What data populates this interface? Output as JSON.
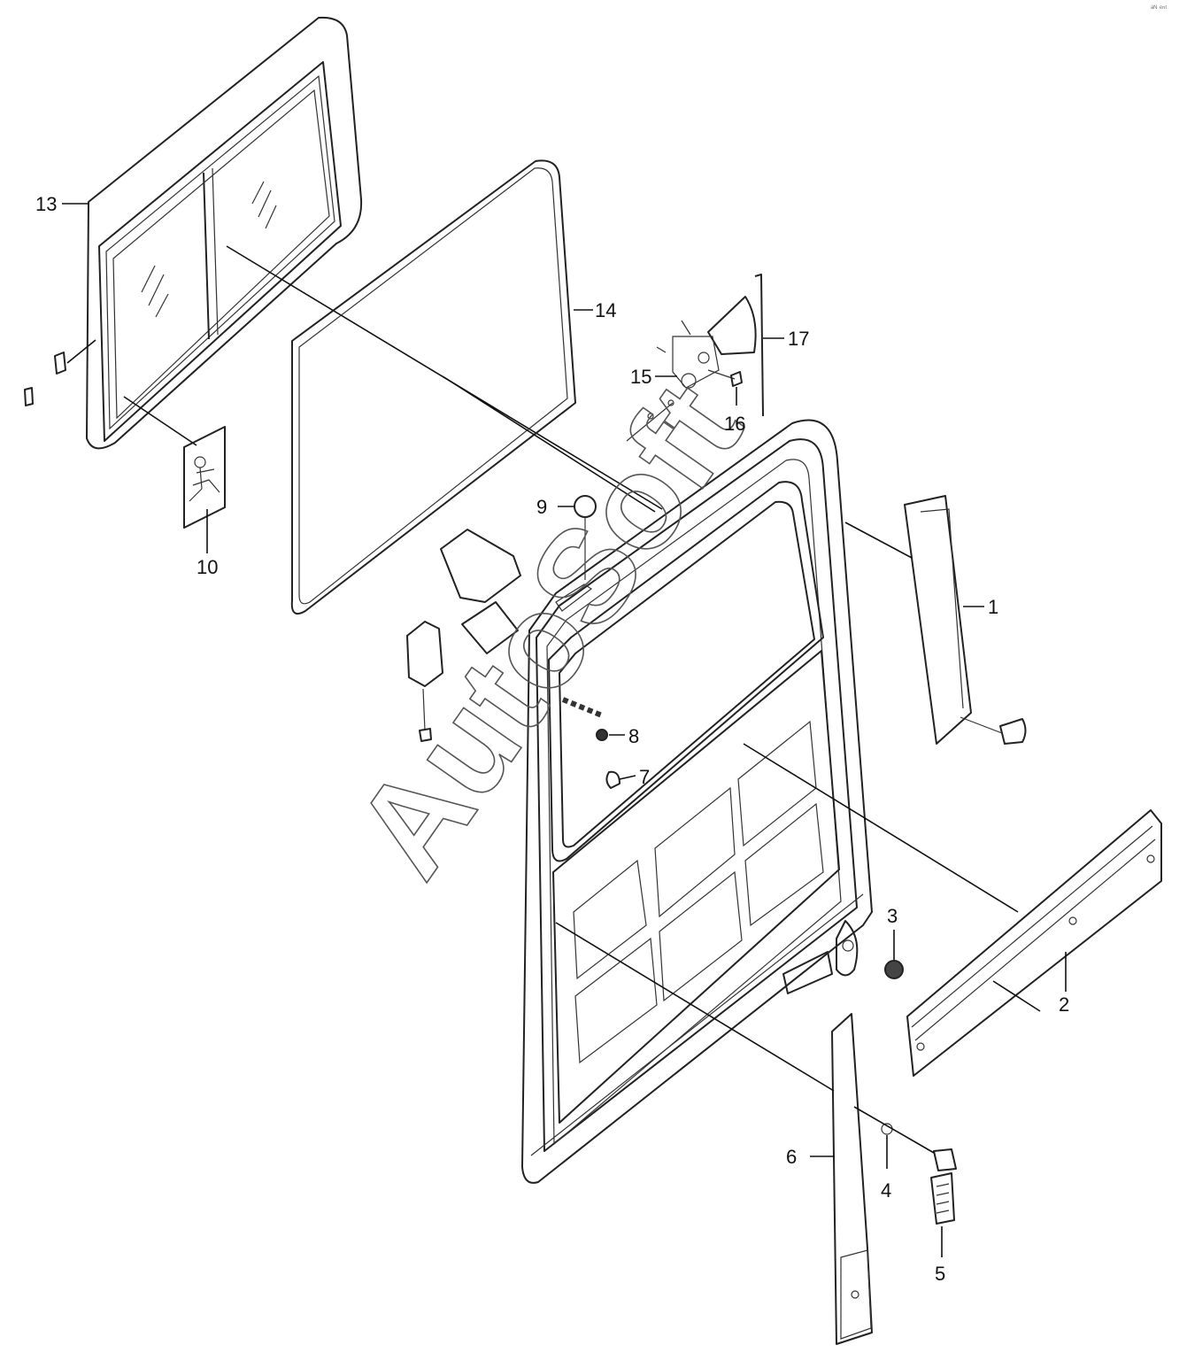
{
  "diagram": {
    "watermark": "AutoSoft",
    "corner_mark": "ᵃᴺ ᵉⁿᵗ",
    "callouts": [
      {
        "id": "c1",
        "label": "1"
      },
      {
        "id": "c2",
        "label": "2"
      },
      {
        "id": "c3",
        "label": "3"
      },
      {
        "id": "c4",
        "label": "4"
      },
      {
        "id": "c5",
        "label": "5"
      },
      {
        "id": "c6",
        "label": "6"
      },
      {
        "id": "c7",
        "label": "7"
      },
      {
        "id": "c8",
        "label": "8"
      },
      {
        "id": "c9",
        "label": "9"
      },
      {
        "id": "c10",
        "label": "10"
      },
      {
        "id": "c13",
        "label": "13"
      },
      {
        "id": "c14",
        "label": "14"
      },
      {
        "id": "c15",
        "label": "15"
      },
      {
        "id": "c16",
        "label": "16"
      },
      {
        "id": "c17",
        "label": "17"
      }
    ]
  }
}
